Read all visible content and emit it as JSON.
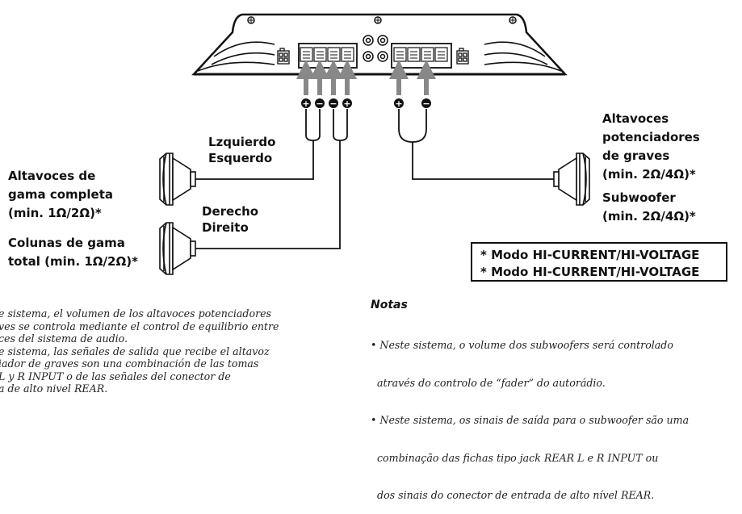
{
  "labels": {
    "left_channel": [
      "Lzquierdo",
      "Esquerdo"
    ],
    "right_channel": [
      "Derecho",
      "Direito"
    ],
    "full_range_es": [
      "Altavoces de",
      "gama completa",
      "(min. 1Ω/2Ω)*"
    ],
    "full_range_pt": [
      "Colunas de gama",
      "total (min. 1Ω/2Ω)*"
    ],
    "subwoofer_es": [
      "Altavoces",
      "potenciadores",
      "de graves",
      "(min. 2Ω/4Ω)*"
    ],
    "subwoofer_pt": [
      "Subwoofer",
      "(min. 2Ω/4Ω)*"
    ]
  },
  "mode_box": [
    "* Modo HI-CURRENT/HI-VOLTAGE",
    "* Modo HI-CURRENT/HI-VOLTAGE"
  ],
  "terminal_signs": [
    "+",
    "−",
    "−",
    "+",
    "+",
    "−"
  ],
  "notes_es": [
    "e sistema, el volumen de los altavoces potenciadores",
    "ves se controla mediante el control de equilibrio entre",
    "ces del sistema de audio.",
    "e sistema, las señales de salida que recibe el altavoz",
    "iador de graves son una combinación de las tomas",
    "L y R INPUT o de las señales del conector de",
    "a de alto nivel REAR."
  ],
  "notes_pt_title": "Notas",
  "notes_pt": [
    "• Neste sistema, o volume dos subwoofers será controlado",
    "  através do controlo de “fader” do autorádio.",
    "• Neste sistema, os sinais de saída para o subwoofer são uma",
    "  combinação das fichas tipo jack REAR L e R INPUT ou",
    "  dos sinais do conector de entrada de alto nível REAR."
  ]
}
